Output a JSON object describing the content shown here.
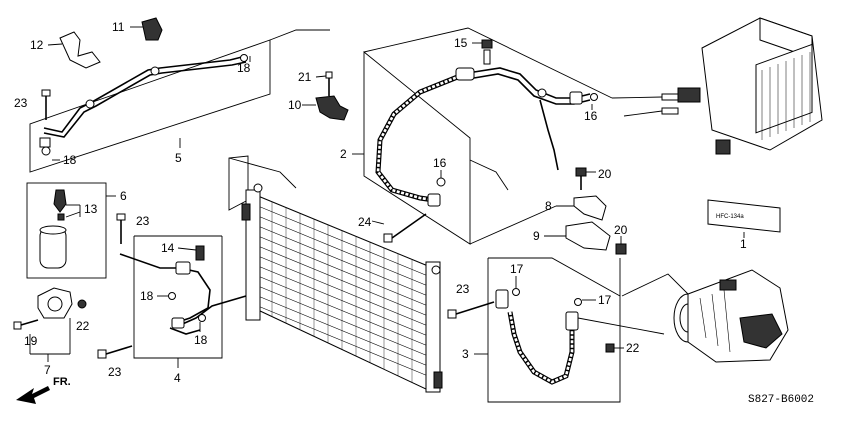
{
  "diagram": {
    "callouts": [
      {
        "id": "c1",
        "text": "1"
      },
      {
        "id": "c2",
        "text": "2"
      },
      {
        "id": "c3",
        "text": "3"
      },
      {
        "id": "c4",
        "text": "4"
      },
      {
        "id": "c5",
        "text": "5"
      },
      {
        "id": "c6",
        "text": "6"
      },
      {
        "id": "c7",
        "text": "7"
      },
      {
        "id": "c8",
        "text": "8"
      },
      {
        "id": "c9",
        "text": "9"
      },
      {
        "id": "c10",
        "text": "10"
      },
      {
        "id": "c11",
        "text": "11"
      },
      {
        "id": "c12",
        "text": "12"
      },
      {
        "id": "c13",
        "text": "13"
      },
      {
        "id": "c14",
        "text": "14"
      },
      {
        "id": "c15",
        "text": "15"
      },
      {
        "id": "c16a",
        "text": "16"
      },
      {
        "id": "c16b",
        "text": "16"
      },
      {
        "id": "c17a",
        "text": "17"
      },
      {
        "id": "c17b",
        "text": "17"
      },
      {
        "id": "c18a",
        "text": "18"
      },
      {
        "id": "c18b",
        "text": "18"
      },
      {
        "id": "c18c",
        "text": "18"
      },
      {
        "id": "c18d",
        "text": "18"
      },
      {
        "id": "c19",
        "text": "19"
      },
      {
        "id": "c20a",
        "text": "20"
      },
      {
        "id": "c20b",
        "text": "20"
      },
      {
        "id": "c21",
        "text": "21"
      },
      {
        "id": "c22a",
        "text": "22"
      },
      {
        "id": "c22b",
        "text": "22"
      },
      {
        "id": "c23a",
        "text": "23"
      },
      {
        "id": "c23b",
        "text": "23"
      },
      {
        "id": "c23c",
        "text": "23"
      },
      {
        "id": "c23d",
        "text": "23"
      },
      {
        "id": "c24",
        "text": "24"
      }
    ],
    "direction_marker": "FR.",
    "diagram_code": "S827-B6002",
    "caution_label_text": "HFC-134a"
  }
}
